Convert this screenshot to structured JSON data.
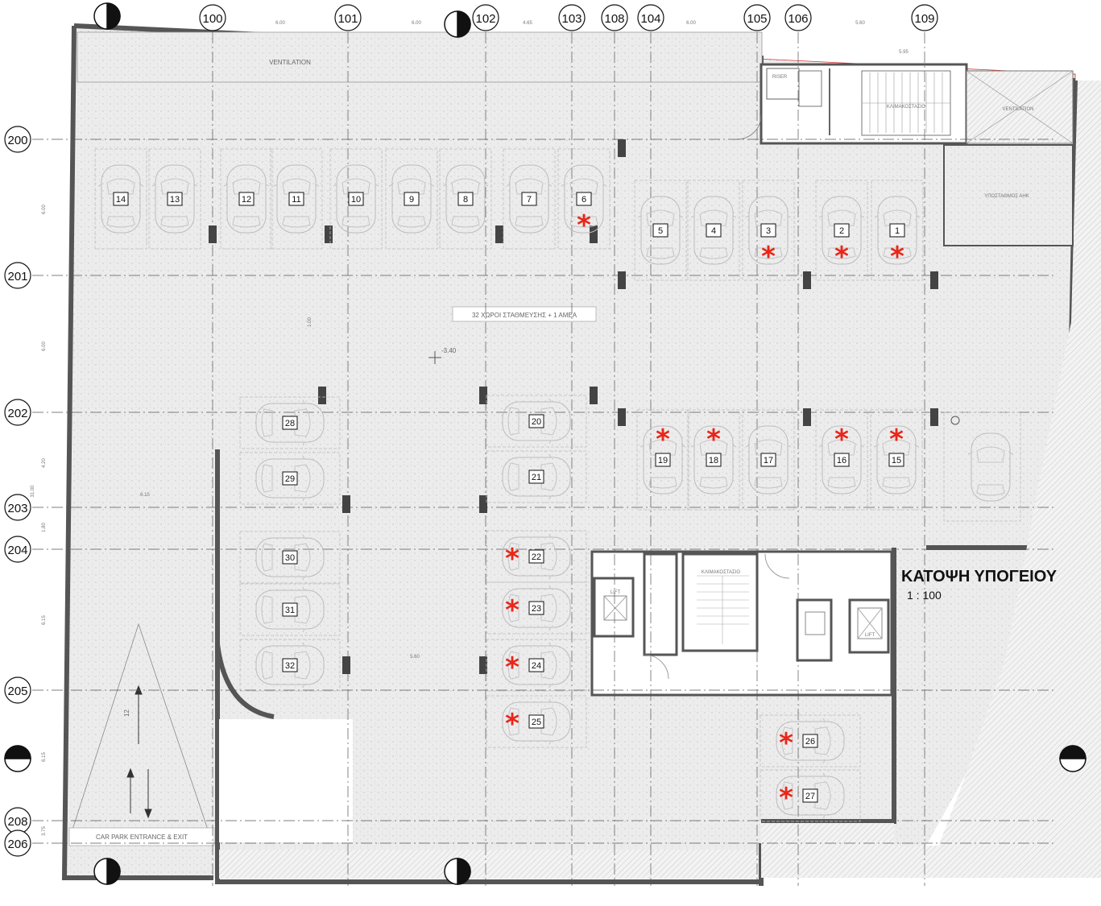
{
  "drawing": {
    "title": "ΚΑΤΟΨΗ ΥΠΟΓΕΙΟΥ",
    "scale": "1 : 100",
    "notes": {
      "ventilation_top": "VENTILATION",
      "ventilation_right": "VENTILATION",
      "riser": "RISER",
      "stair_top": "ΚΛΙΜΑΚΟΣΤΑΣΙΟ",
      "stair_core": "ΚΛΙΜΑΚΟΣΤΑΣΙΟ",
      "substation": "ΥΠΟΣΤΑΘΜΟΣ ΑΗΚ",
      "capacity": "32 ΧΩΡΟΙ ΣΤΑΘΜΕΥΣΗΣ + 1 ΑΜΕΑ",
      "level": "-3.40",
      "entrance": "CAR PARK ENTRANCE & EXIT",
      "lift_a": "LIFT",
      "lift_b": "LIFT",
      "ramp": "12"
    },
    "dimensions": [
      "6.00",
      "6.00",
      "4.65",
      "6.00",
      "5.60",
      "6.00",
      "6.00",
      "4.20",
      "6.15",
      "5.60",
      "1.80",
      "6.15",
      "31.00",
      "6.15",
      "3.75",
      "1.00",
      "5.95"
    ],
    "gridlines_v": [
      "100",
      "101",
      "102",
      "103",
      "108",
      "104",
      "105",
      "106",
      "109"
    ],
    "gridlines_h": [
      "200",
      "201",
      "202",
      "203",
      "204",
      "205",
      "208",
      "206"
    ],
    "spots": [
      "1",
      "2",
      "3",
      "4",
      "5",
      "6",
      "7",
      "8",
      "9",
      "10",
      "11",
      "12",
      "13",
      "14",
      "15",
      "16",
      "17",
      "18",
      "19",
      "20",
      "21",
      "22",
      "23",
      "24",
      "25",
      "26",
      "27",
      "28",
      "29",
      "30",
      "31",
      "32"
    ],
    "starred_spots": [
      "1",
      "2",
      "3",
      "6",
      "15",
      "16",
      "18",
      "19",
      "22",
      "23",
      "24",
      "25",
      "26",
      "27"
    ],
    "colors": {
      "star": "#e8261a",
      "wall": "#555555",
      "fill": "#e9e9e9"
    }
  }
}
